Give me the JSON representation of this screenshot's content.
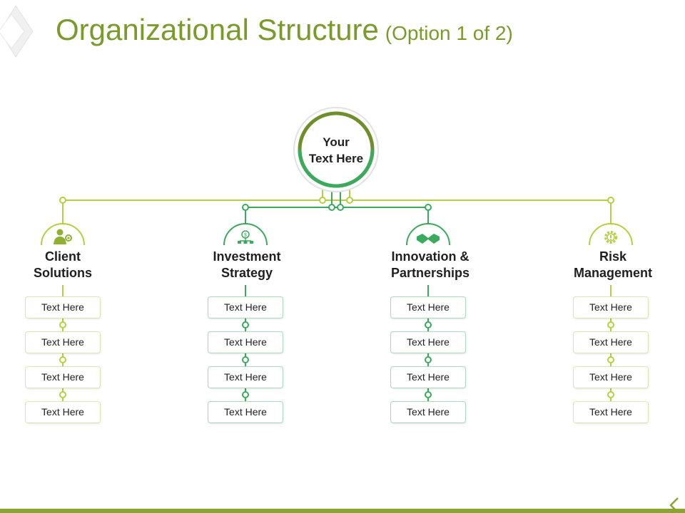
{
  "title": {
    "main": "Organizational Structure",
    "sub": "(Option 1 of 2)"
  },
  "center": {
    "line1": "Your",
    "line2": "Text Here"
  },
  "departments": [
    {
      "line1": "Client",
      "line2": "Solutions",
      "icon": "person-gear-icon",
      "items": [
        "Text Here",
        "Text Here",
        "Text Here",
        "Text Here"
      ]
    },
    {
      "line1": "Investment",
      "line2": "Strategy",
      "icon": "dollar-network-icon",
      "items": [
        "Text Here",
        "Text Here",
        "Text Here",
        "Text Here"
      ]
    },
    {
      "line1": "Innovation &",
      "line2": "Partnerships",
      "icon": "handshake-icon",
      "items": [
        "Text Here",
        "Text Here",
        "Text Here",
        "Text Here"
      ]
    },
    {
      "line1": "Risk",
      "line2": "Management",
      "icon": "gear-alert-icon",
      "items": [
        "Text Here",
        "Text Here",
        "Text Here",
        "Text Here"
      ]
    }
  ],
  "colors": {
    "title": "#7b9a2c",
    "lime": "#b5cf3f",
    "green": "#3aaa5c",
    "dark_olive": "#6f8f2a",
    "bottom_bar": "#8aa52e"
  }
}
